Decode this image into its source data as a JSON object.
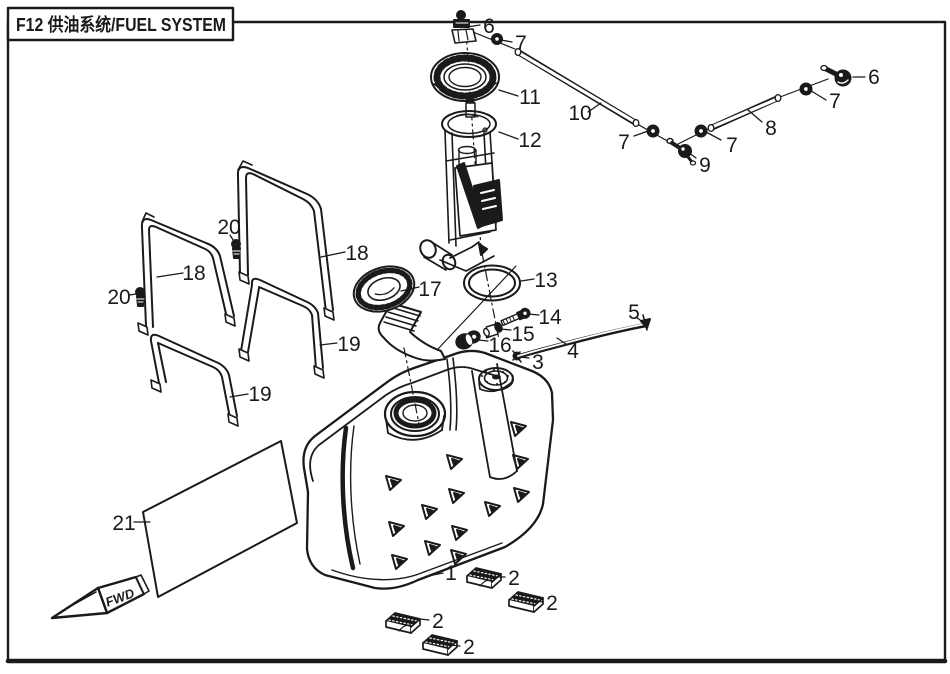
{
  "title": "F12 供油系统/FUEL SYSTEM",
  "fwd_label": "FWD",
  "colors": {
    "ink": "#1a1a1a",
    "paper": "#ffffff"
  },
  "diagram_type": "exploded-parts-diagram",
  "callouts": [
    {
      "part": "6"
    },
    {
      "part": "7"
    },
    {
      "part": "11"
    },
    {
      "part": "12"
    },
    {
      "part": "10"
    },
    {
      "part": "6"
    },
    {
      "part": "7"
    },
    {
      "part": "8"
    },
    {
      "part": "7"
    },
    {
      "part": "9"
    },
    {
      "part": "7"
    },
    {
      "part": "13"
    },
    {
      "part": "17"
    },
    {
      "part": "14"
    },
    {
      "part": "15"
    },
    {
      "part": "16"
    },
    {
      "part": "3"
    },
    {
      "part": "4"
    },
    {
      "part": "5"
    },
    {
      "part": "18"
    },
    {
      "part": "18"
    },
    {
      "part": "19"
    },
    {
      "part": "19"
    },
    {
      "part": "20"
    },
    {
      "part": "20"
    },
    {
      "part": "21"
    },
    {
      "part": "1"
    },
    {
      "part": "2"
    },
    {
      "part": "2"
    },
    {
      "part": "2"
    },
    {
      "part": "2"
    }
  ]
}
